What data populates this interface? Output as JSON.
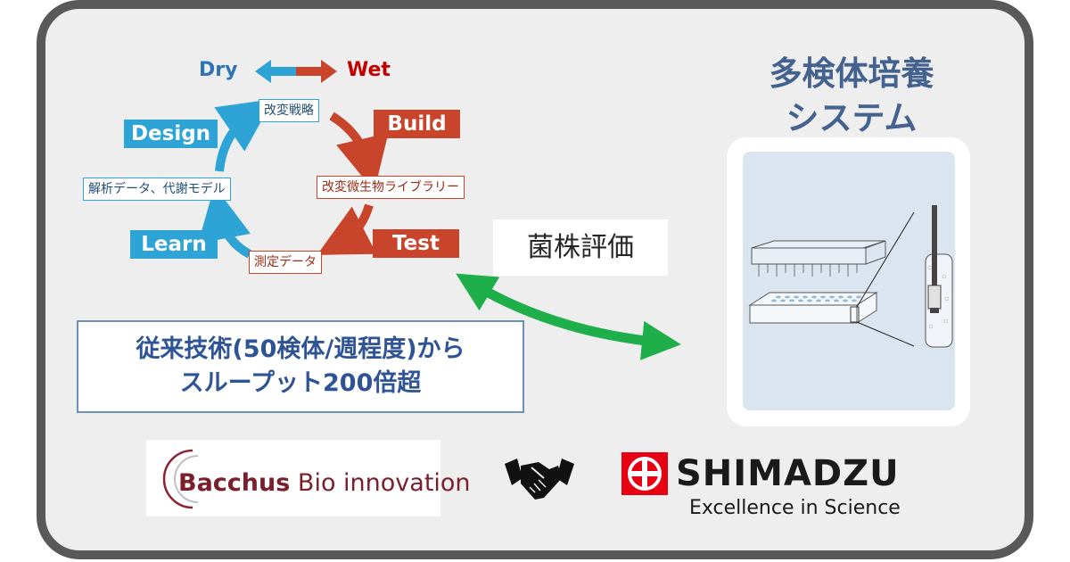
{
  "cycle": {
    "dry_label": "Dry",
    "wet_label": "Wet",
    "phases": {
      "design": "Design",
      "build": "Build",
      "test": "Test",
      "learn": "Learn"
    },
    "nodes": {
      "strategy": "改変戦略",
      "library": "改変微生物ライブラリー",
      "measurement": "測定データ",
      "analysis": "解析データ、代謝モデル"
    },
    "colors": {
      "dry": "#2e74b5",
      "wet": "#c00000",
      "blue_phase": "#2ea3d6",
      "red_phase": "#c8452c"
    }
  },
  "evaluation_label": "菌株評価",
  "claim": {
    "line1": "従来技術(50検体/週程度)から",
    "line2": "スループット200倍超"
  },
  "system": {
    "title_line1": "多検体培養",
    "title_line2": "システム"
  },
  "logos": {
    "bacchus_bold": "Bacchus",
    "bacchus_rest": "Bio innovation",
    "handshake_icon": "handshake-icon",
    "shimadzu_name": "SHIMADZU",
    "shimadzu_tagline": "Excellence in Science",
    "shimadzu_color": "#e60012"
  }
}
